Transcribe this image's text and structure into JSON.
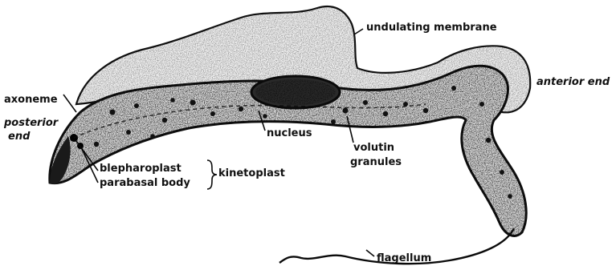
{
  "labels": {
    "undulating_membrane": "undulating membrane",
    "anterior_end": "anterior end",
    "axoneme": "axoneme",
    "posterior_end_line1": "posterior",
    "posterior_end_line2": "end",
    "nucleus": "nucleus",
    "volutin_line1": "volutin",
    "volutin_line2": "granules",
    "blepharoplast": "blepharoplast",
    "parabasal_body": "parabasal body",
    "kinetoplast": "kinetoplast",
    "flagellum": "flagellum"
  },
  "colors": {
    "ink": "#111111",
    "stipple_body": "#2a2a2a",
    "membrane_fill": "#f4f4f4",
    "nucleus_fill": "#1e1e1e"
  }
}
